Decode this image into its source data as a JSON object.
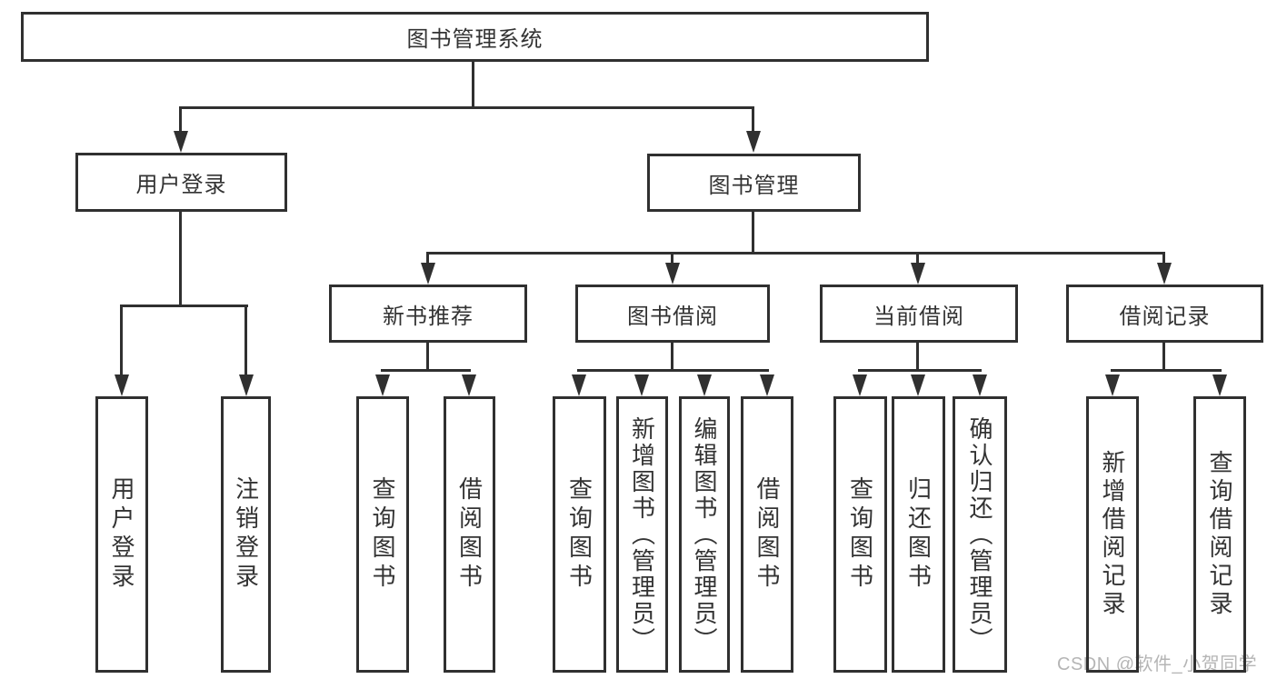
{
  "colors": {
    "line": "#303030",
    "text": "#333333",
    "watermark": "#b5b5b5",
    "background": "#ffffff"
  },
  "diagram": {
    "title": "图书管理系统",
    "level2": {
      "user_login": "用户登录",
      "book_management": "图书管理"
    },
    "level3": {
      "new_book_recommend": "新书推荐",
      "book_borrow": "图书借阅",
      "current_borrow": "当前借阅",
      "borrow_records": "借阅记录"
    },
    "leaves": {
      "user_login": "用户登录",
      "logout": "注销登录",
      "nbr_query_books": "查询图书",
      "nbr_borrow_books": "借阅图书",
      "bb_query_books": "查询图书",
      "bb_add_books_admin": "新增图书（管理员）",
      "bb_edit_books_admin": "编辑图书（管理员）",
      "bb_borrow_books": "借阅图书",
      "cb_query_books": "查询图书",
      "cb_return_books": "归还图书",
      "cb_confirm_return_admin": "确认归还（管理员）",
      "br_add_record": "新增借阅记录",
      "br_query_record": "查询借阅记录"
    }
  },
  "watermark": "CSDN @软件_小贺同学"
}
